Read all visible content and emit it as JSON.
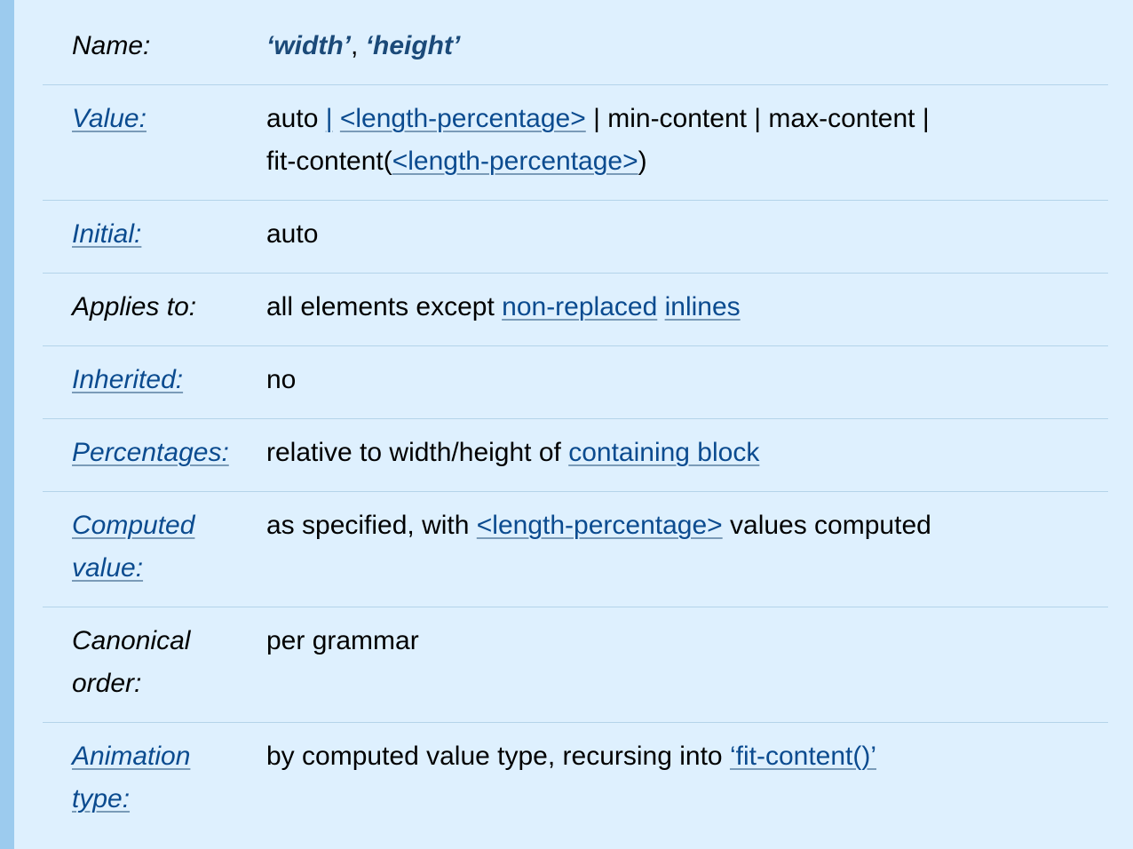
{
  "rows": [
    {
      "label": "Name:",
      "label_link": false,
      "name1": "‘width’",
      "name_sep": ", ",
      "name2": "‘height’"
    },
    {
      "label": "Value:",
      "label_link": true,
      "v_auto": "auto ",
      "v_bar1": "|",
      "v_lp1": "<length-percentage>",
      "v_rest1": " | min-content | max-content |",
      "v_fit_pre": "fit-content(",
      "v_lp2": "<length-percentage>",
      "v_fit_post": ")"
    },
    {
      "label": "Initial:",
      "label_link": true,
      "value": "auto"
    },
    {
      "label": "Applies to:",
      "label_link": false,
      "value_pre": "all elements except ",
      "link1": "non-replaced",
      "link2": "inlines"
    },
    {
      "label": "Inherited:",
      "label_link": true,
      "value": "no"
    },
    {
      "label": "Percentages:",
      "label_link": true,
      "value_pre": "relative to width/height of ",
      "link1": "containing block"
    },
    {
      "label_line1": "Computed",
      "label_line2": "value:",
      "label_link": true,
      "value_pre": "as specified, with ",
      "link1": "<length-percentage>",
      "value_post": " values computed"
    },
    {
      "label_line1": "Canonical",
      "label_line2": "order:",
      "label_link": false,
      "value": "per grammar"
    },
    {
      "label_line1": "Animation",
      "label_line2": "type:",
      "label_link": true,
      "value_pre": "by computed value type, recursing into ",
      "link1": "‘fit-content()’"
    }
  ]
}
